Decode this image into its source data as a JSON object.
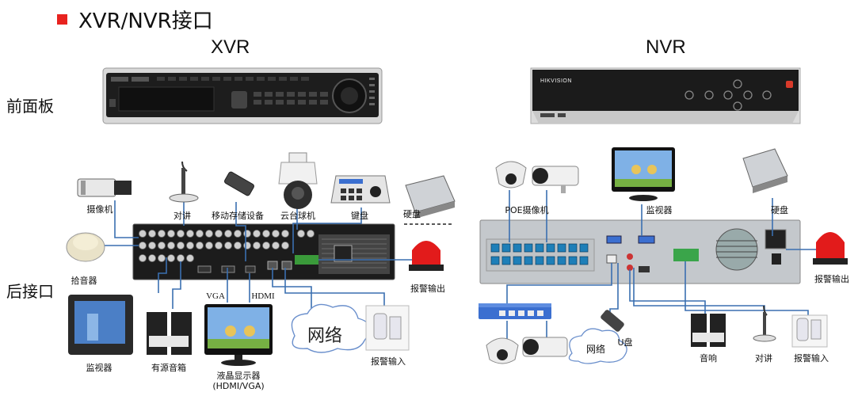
{
  "title": "XVR/NVR接口",
  "colors": {
    "bullet": "#e8231f",
    "wire": "#3a6fb0",
    "panel": "#1c1c1c"
  },
  "columns": {
    "xvr": "XVR",
    "nvr": "NVR"
  },
  "rows": {
    "front": "前面板",
    "rear": "后接口"
  },
  "xvr_labels": {
    "camera": "摄像机",
    "intercom": "对讲",
    "mobile_storage": "移动存储设备",
    "ptz": "云台球机",
    "keyboard": "键盘",
    "hdd": "硬盘",
    "pickup": "拾音器",
    "monitor": "监视器",
    "speaker": "有源音箱",
    "vga": "VGA",
    "hdmi": "HDMI",
    "lcd_line1": "液晶显示器",
    "lcd_line2": "(HDMI/VGA)",
    "network": "网络",
    "alarm_in": "报警输入",
    "alarm_out": "报警输出"
  },
  "nvr_labels": {
    "brand": "HIKVISION",
    "poe_camera": "POE摄像机",
    "monitor": "监视器",
    "hdd": "硬盘",
    "alarm_out": "报警输出",
    "network": "网络",
    "usb": "U盘",
    "speaker": "音响",
    "intercom": "对讲",
    "alarm_in": "报警输入"
  }
}
